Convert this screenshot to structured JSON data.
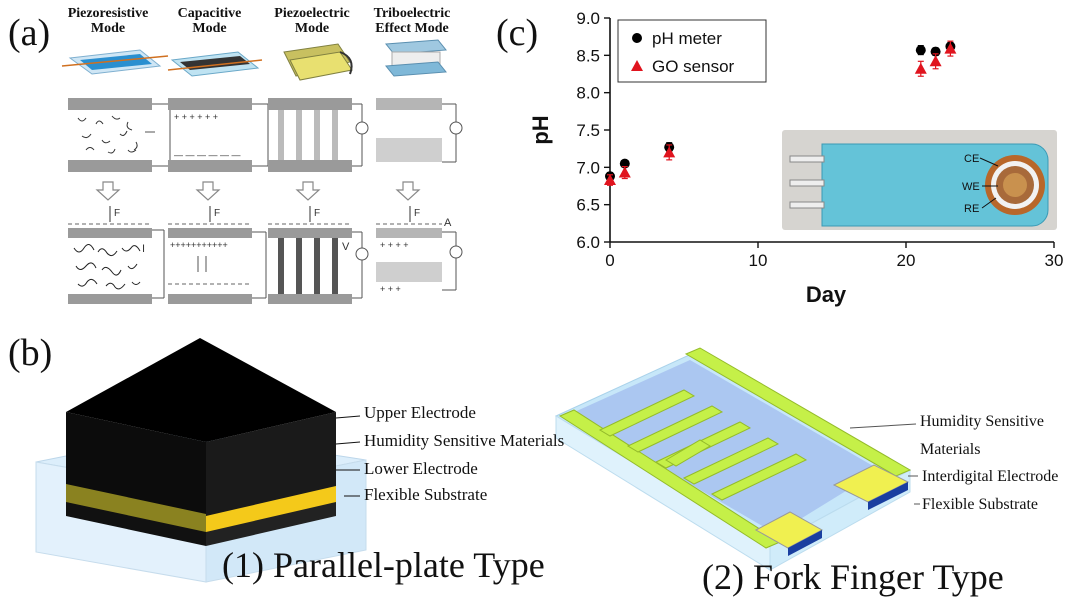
{
  "panel_a": {
    "letter": "(a)",
    "modes": [
      {
        "line1": "Piezoresistive",
        "line2": "Mode"
      },
      {
        "line1": "Capacitive",
        "line2": "Mode"
      },
      {
        "line1": "Piezoelectric",
        "line2": "Mode"
      },
      {
        "line1": "Triboelectric",
        "line2": "Effect Mode"
      }
    ],
    "force_label": "F",
    "meter_labels": [
      "I",
      "",
      "V",
      "A"
    ]
  },
  "panel_b": {
    "letter": "(b)",
    "parallel": {
      "labels": [
        "Upper Electrode",
        "Humidity Sensitive Materials",
        "Lower Electrode",
        "Flexible Substrate"
      ],
      "caption": "(1) Parallel-plate Type"
    },
    "fork": {
      "labels": [
        "Humidity Sensitive",
        "Materials",
        "Interdigital Electrode",
        "Flexible Substrate"
      ],
      "caption": "(2) Fork Finger Type"
    }
  },
  "panel_c": {
    "letter": "(c)",
    "inset_labels": [
      "CE",
      "WE",
      "RE"
    ],
    "colors": {
      "ph_meter": "#000000",
      "go_sensor": "#e0141e"
    },
    "chart_data": {
      "type": "scatter",
      "xlabel": "Day",
      "ylabel": "pH",
      "xlim": [
        0,
        30
      ],
      "ylim": [
        6.0,
        9.0
      ],
      "xticks": [
        0,
        10,
        20,
        30
      ],
      "yticks": [
        6.0,
        6.5,
        7.0,
        7.5,
        8.0,
        8.5,
        9.0
      ],
      "legend_position": "top-left",
      "series": [
        {
          "name": "pH meter",
          "marker": "circle",
          "x": [
            0,
            1,
            4,
            21,
            22,
            23
          ],
          "y": [
            6.88,
            7.05,
            7.27,
            8.57,
            8.55,
            8.62
          ],
          "err": [
            0.05,
            0.04,
            0.06,
            0.06,
            0.05,
            0.05
          ]
        },
        {
          "name": "GO sensor",
          "marker": "triangle",
          "x": [
            0,
            1,
            4,
            21,
            22,
            23
          ],
          "y": [
            6.83,
            6.93,
            7.2,
            8.32,
            8.42,
            8.59
          ],
          "err": [
            0.07,
            0.08,
            0.1,
            0.1,
            0.1,
            0.1
          ]
        }
      ]
    }
  }
}
